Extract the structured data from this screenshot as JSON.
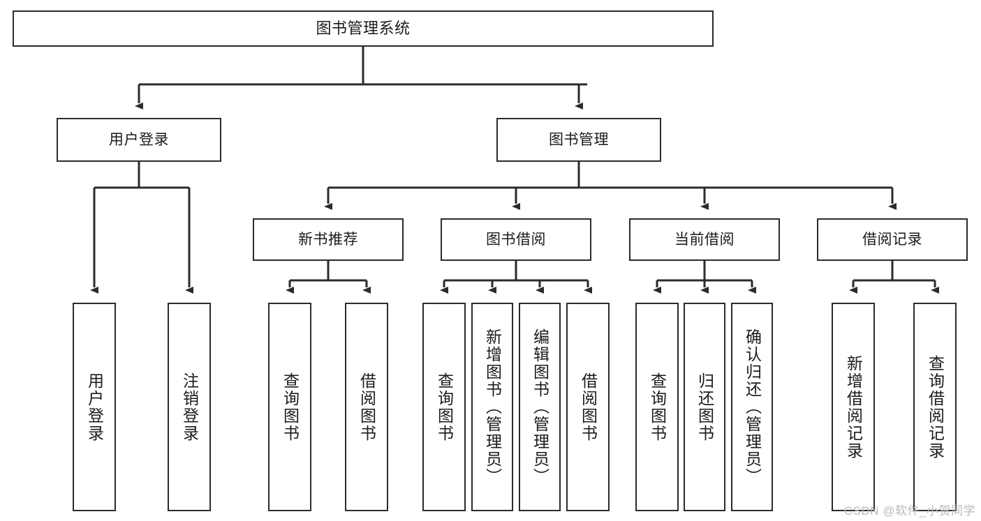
{
  "diagram": {
    "title": "图书管理系统",
    "type": "hierarchy-tree",
    "watermark": "CSDN @软件_小贺同学",
    "colors": {
      "box_border": "#2b2b2b",
      "box_fill": "#ffffff",
      "connector": "#2b2b2b",
      "text": "#1b1b1b",
      "watermark": "#b9b9b9",
      "background": "#ffffff"
    },
    "nodes": {
      "root": {
        "label": "图书管理系统"
      },
      "level2": [
        {
          "id": "user-login",
          "label": "用户登录"
        },
        {
          "id": "book-manage",
          "label": "图书管理"
        }
      ],
      "level3": [
        {
          "id": "new-book-recommend",
          "label": "新书推荐"
        },
        {
          "id": "book-borrow",
          "label": "图书借阅"
        },
        {
          "id": "current-borrow",
          "label": "当前借阅"
        },
        {
          "id": "borrow-record",
          "label": "借阅记录"
        }
      ],
      "leaves": {
        "user-login": [
          {
            "id": "leaf-user-login",
            "label": "用户登录"
          },
          {
            "id": "leaf-user-logout",
            "label": "注销登录"
          }
        ],
        "new-book-recommend": [
          {
            "id": "leaf-query-book-1",
            "label": "查询图书"
          },
          {
            "id": "leaf-borrow-book-1",
            "label": "借阅图书"
          }
        ],
        "book-borrow": [
          {
            "id": "leaf-query-book-2",
            "label": "查询图书"
          },
          {
            "id": "leaf-add-book",
            "label": "新增图书（管理员）"
          },
          {
            "id": "leaf-edit-book",
            "label": "编辑图书（管理员）"
          },
          {
            "id": "leaf-borrow-book-2",
            "label": "借阅图书"
          }
        ],
        "current-borrow": [
          {
            "id": "leaf-query-book-3",
            "label": "查询图书"
          },
          {
            "id": "leaf-return-book",
            "label": "归还图书"
          },
          {
            "id": "leaf-confirm-return",
            "label": "确认归还（管理员）"
          }
        ],
        "borrow-record": [
          {
            "id": "leaf-add-record",
            "label": "新增借阅记录"
          },
          {
            "id": "leaf-query-record",
            "label": "查询借阅记录"
          }
        ]
      }
    }
  }
}
